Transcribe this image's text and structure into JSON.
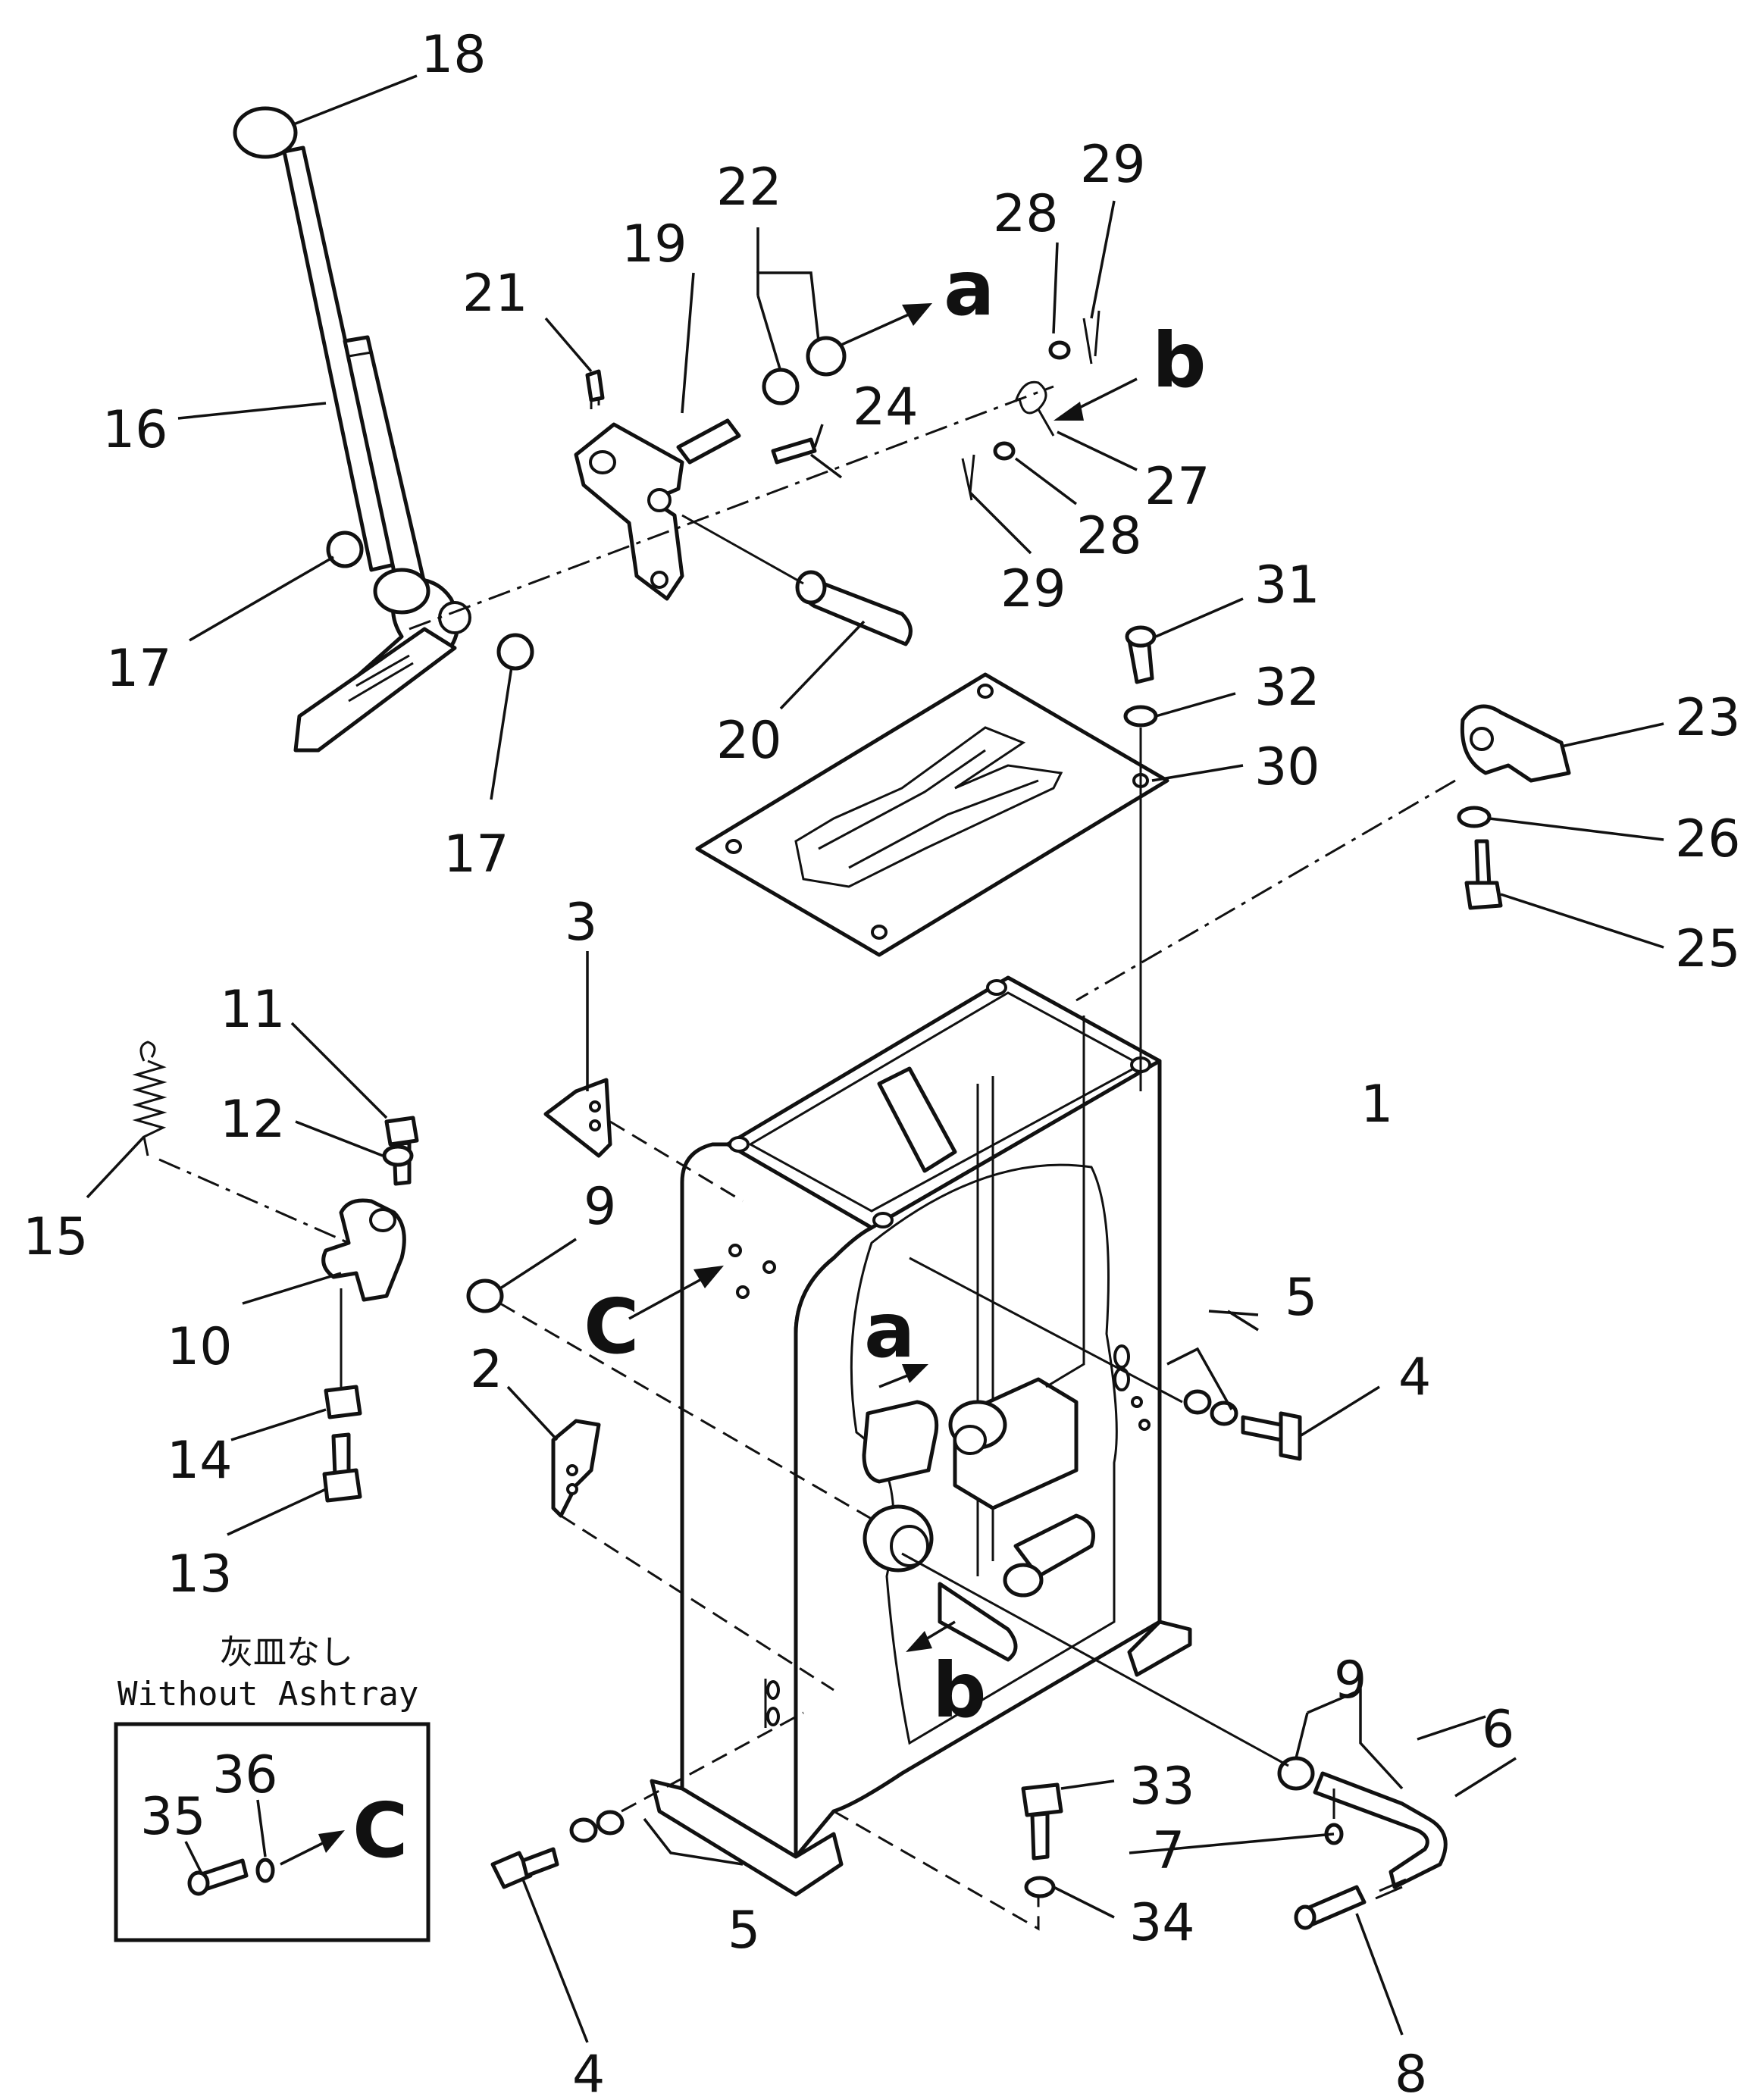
{
  "inset": {
    "title_jp": "灰皿なし",
    "title_en": "Without Ashtray",
    "labels": [
      "35",
      "36"
    ],
    "view_letter": "C"
  },
  "view_arrows": {
    "a": "a",
    "b": "b",
    "c": "C"
  },
  "callouts": {
    "p1": "1",
    "p2": "2",
    "p3": "3",
    "p4a": "4",
    "p4b": "4",
    "p5a": "5",
    "p5b": "5",
    "p6": "6",
    "p7": "7",
    "p8": "8",
    "p9a": "9",
    "p9b": "9",
    "p10": "10",
    "p11": "11",
    "p12": "12",
    "p13": "13",
    "p14": "14",
    "p15": "15",
    "p16": "16",
    "p17a": "17",
    "p17b": "17",
    "p18": "18",
    "p19": "19",
    "p20": "20",
    "p21": "21",
    "p22": "22",
    "p23": "23",
    "p24": "24",
    "p25": "25",
    "p26": "26",
    "p27": "27",
    "p28a": "28",
    "p28b": "28",
    "p29a": "29",
    "p29b": "29",
    "p30": "30",
    "p31": "31",
    "p32": "32",
    "p33": "33",
    "p34": "34"
  }
}
